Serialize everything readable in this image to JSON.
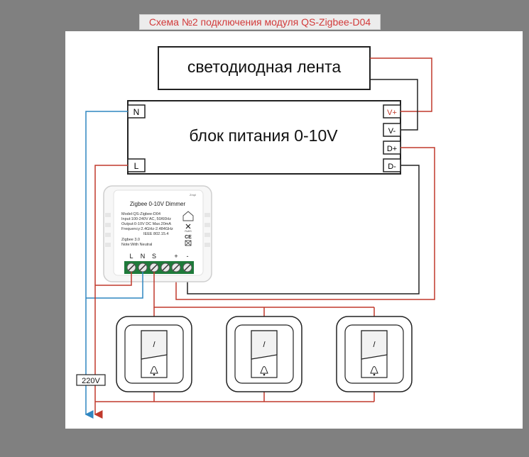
{
  "title": "Схема №2 подключения модуля QS-Zigbee-D04",
  "led_strip": {
    "label": "светодиодная лента"
  },
  "power_supply": {
    "label": "блок питания 0-10V",
    "terminal_n": "N",
    "terminal_l": "L",
    "terminal_vplus": "V+",
    "terminal_vminus": "V-",
    "terminal_dplus": "D+",
    "terminal_dminus": "D-"
  },
  "module": {
    "title": "Zigbee 0-10V Dimmer",
    "corner_text": "Zmpl",
    "specs": [
      "Model:QS-Zigbee-D04",
      "Input:100-240V AC, 50/60Hz",
      "Output:0-10V DC Max.20mA",
      "Frequency:2.4GHz-2.484GHz",
      "IEEE 802.15.4"
    ],
    "zigbee": "Zigbee 3.0",
    "note": "Note:With Neutral",
    "term_l": "L",
    "term_n": "N",
    "term_s": "S",
    "term_plus": "+",
    "term_minus": "-",
    "rohs": "RoHS",
    "ce": "CE"
  },
  "switches": [
    {
      "mark": "/"
    },
    {
      "mark": "/"
    },
    {
      "mark": "/"
    }
  ],
  "mains": {
    "label": "220V"
  },
  "colors": {
    "red_wire": "#c0392b",
    "blue_wire": "#2e86c1",
    "black_wire": "#222222",
    "terminal_green": "#1e7a3a",
    "title_red": "#d23a3a"
  }
}
